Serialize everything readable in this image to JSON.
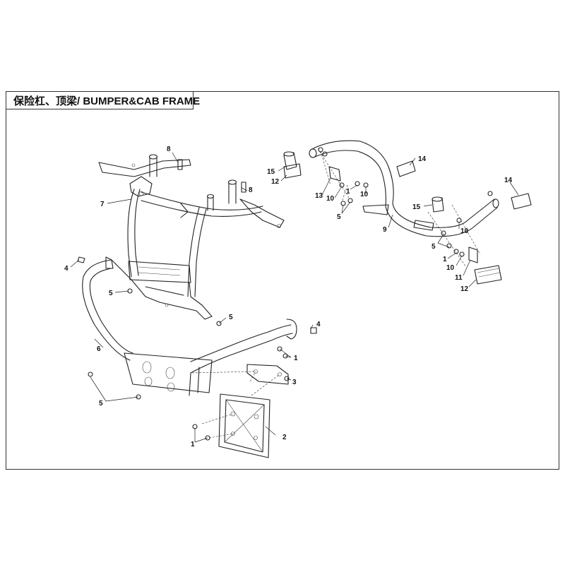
{
  "title": "保险杠、顶梁/ BUMPER&CAB FRAME",
  "callouts": {
    "c1a": "1",
    "c1b": "1",
    "c1c": "1",
    "c1d": "1",
    "c2": "2",
    "c3": "3",
    "c4a": "4",
    "c4b": "4",
    "c5a": "5",
    "c5b": "5",
    "c5c": "5",
    "c5d": "5",
    "c5e": "5",
    "c6": "6",
    "c7": "7",
    "c8a": "8",
    "c8b": "8",
    "c9": "9",
    "c10a": "10",
    "c10b": "10",
    "c10c": "10",
    "c10d": "10",
    "c11": "11",
    "c12a": "12",
    "c12b": "12",
    "c13": "13",
    "c14a": "14",
    "c14b": "14",
    "c15a": "15",
    "c15b": "15"
  }
}
